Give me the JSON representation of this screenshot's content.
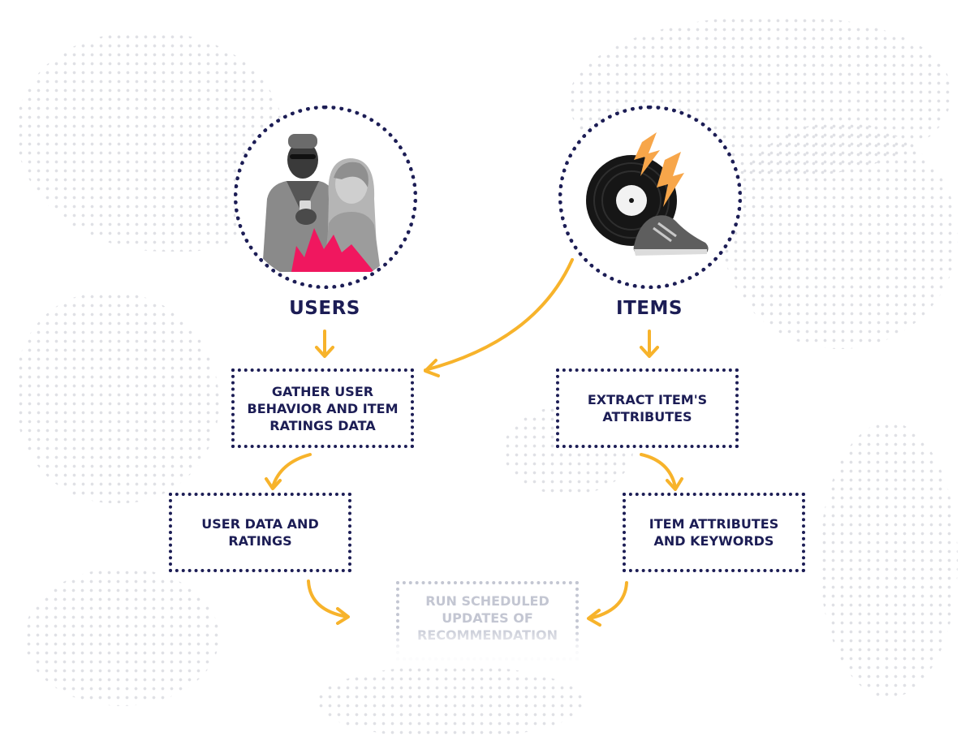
{
  "diagram": {
    "users_heading": "USERS",
    "items_heading": "ITEMS",
    "nodes": {
      "gather": "GATHER USER BEHAVIOR AND ITEM RATINGS DATA",
      "user_data": "USER DATA AND RATINGS",
      "extract": "EXTRACT ITEM'S ATTRIBUTES",
      "item_attrs": "ITEM ATTRIBUTES AND KEYWORDS",
      "scheduled": "RUN SCHEDULED UPDATES OF RECOMMENDATION"
    }
  },
  "colors": {
    "navy": "#1c1d55",
    "arrow": "#f7b32b",
    "accent_pink": "#f0175f",
    "lightning": "#f7a64a",
    "faded": "#c3c6d2"
  },
  "icons": {
    "users_image": "people-smartphone-illustration",
    "items_image": "vinyl-record-sneakers-illustration"
  }
}
